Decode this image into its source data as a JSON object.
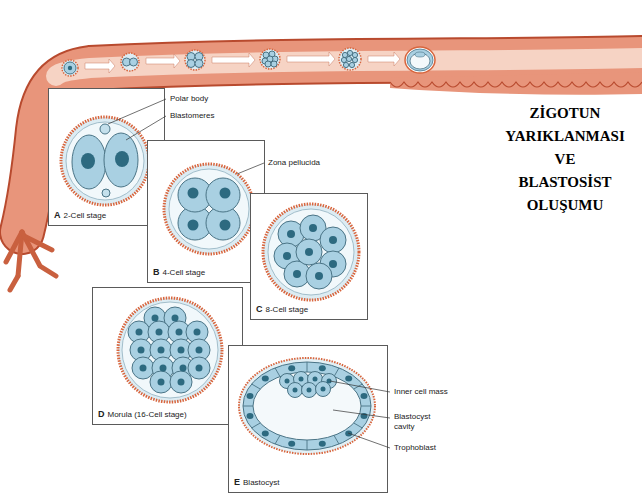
{
  "diagram": {
    "title": "ZİGOTUN YARIKLANMASI VE BLASTOSİST OLUŞUMU",
    "nodes": [
      {
        "text": [
          "A",
          "2-Cell stage"
        ]
      },
      {
        "text": [
          "B",
          "4-Cell stage"
        ]
      },
      {
        "text": [
          "C",
          "8-Cell stage"
        ]
      },
      {
        "text": [
          "D",
          "Morula (16-Cell stage)"
        ]
      },
      {
        "text": [
          "E",
          "Blastocyst"
        ]
      }
    ],
    "labels": [
      "Polar body",
      "Blastomeres",
      "Zona pellucida",
      "Inner cell mass",
      "Blastocyst cavity",
      "Trophoblast"
    ]
  }
}
